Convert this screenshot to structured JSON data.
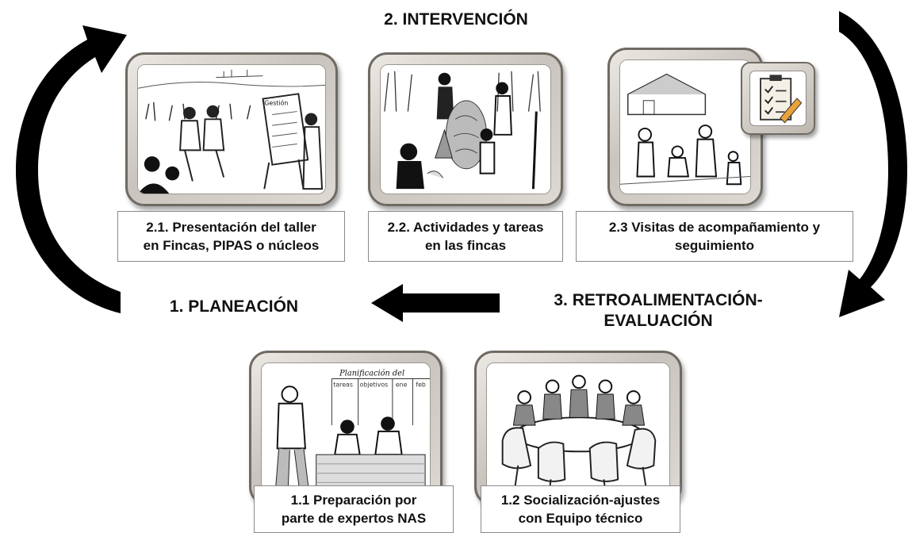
{
  "headings": {
    "intervention": "2. INTERVENCIÓN",
    "planning": "1. PLANEACIÓN",
    "feedback_line1": "3. RETROALIMENTACIÓN-",
    "feedback_line2": "EVALUACIÓN"
  },
  "intervention_steps": [
    {
      "line1": "2.1. Presentación del taller",
      "line2": "en Fincas, PIPAS o núcleos",
      "illustration": "workshop-presentation"
    },
    {
      "line1": "2.2. Actividades y tareas",
      "line2": "en las fincas",
      "illustration": "farm-activities"
    },
    {
      "line1": "2.3 Visitas de acompañamiento y",
      "line2": "seguimiento",
      "illustration": "follow-up-visit"
    }
  ],
  "planning_steps": [
    {
      "line1": "1.1 Preparación por",
      "line2": "parte de expertos NAS",
      "illustration": "expert-preparation"
    },
    {
      "line1": "1.2 Socialización-ajustes",
      "line2": "con Equipo técnico",
      "illustration": "team-meeting"
    }
  ],
  "embedded_text": {
    "board_title": "Planificación del",
    "board_columns": [
      "tareas",
      "objetivos",
      "ene",
      "feb"
    ],
    "poster_word": "Gestión"
  },
  "icons": [
    "cycle-arrow-left-icon",
    "cycle-arrow-right-icon",
    "flow-arrow-left-icon",
    "clipboard-icon"
  ],
  "colors": {
    "arrows": "#000000",
    "frame": "#c9c4bd",
    "text": "#111111"
  }
}
